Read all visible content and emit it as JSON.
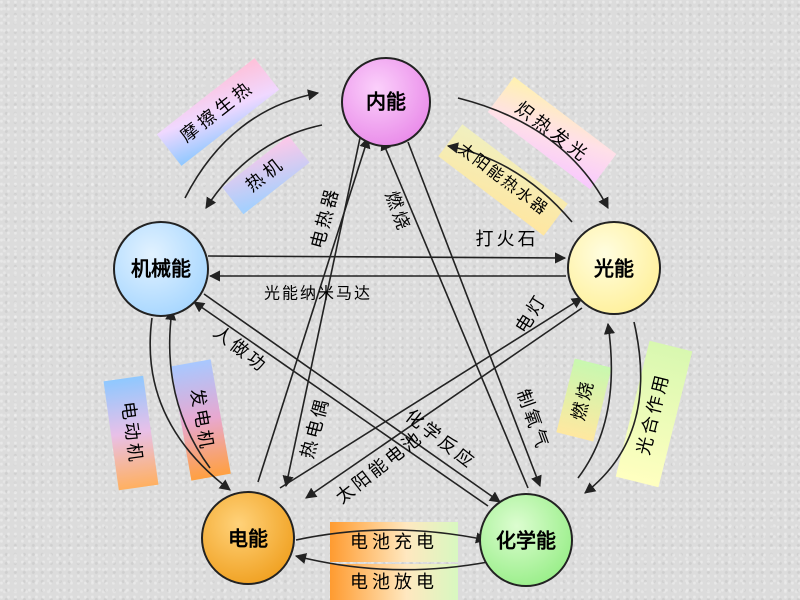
{
  "nodes": {
    "internal": {
      "label": "内能",
      "color": "#f4a6f4"
    },
    "light": {
      "label": "光能",
      "color": "#fff8b0"
    },
    "mechanical": {
      "label": "机械能",
      "color": "#bfe3ff"
    },
    "electrical": {
      "label": "电能",
      "color": "#f7b33c"
    },
    "chemical": {
      "label": "化学能",
      "color": "#b8f7a8"
    }
  },
  "edges": {
    "friction_heat": "摩擦生热",
    "heat_engine": "热机",
    "incandescent": "炽热发光",
    "solar_heater": "太阳能热水器",
    "electric_heater": "电热器",
    "burning_center": "燃烧",
    "lighter": "打火石",
    "light_motor": "光能纳米马达",
    "electric_lamp": "电灯",
    "human_work": "人做功",
    "thermocouple": "热电偶",
    "chem_reaction": "化学反应",
    "oxygen": "制氧气",
    "burning_right": "燃烧",
    "photosynthesis": "光合作用",
    "solar_cell": "太阳能电池",
    "motor": "电动机",
    "generator": "发电机",
    "charge": "电池充电",
    "discharge": "电池放电"
  }
}
